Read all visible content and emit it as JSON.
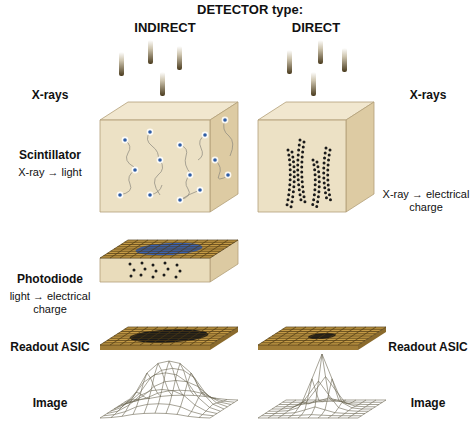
{
  "diagram": {
    "title": "DETECTOR type:",
    "labels": [
      "INDIRECT",
      "DIRECT",
      "X-rays",
      "Scintillator",
      "X-ray → light",
      "Photodiode",
      "light → electrical charge",
      "Readout ASIC",
      "Image",
      "X-rays",
      "X-ray → electrical charge",
      "Readout ASIC",
      "Image"
    ]
  }
}
